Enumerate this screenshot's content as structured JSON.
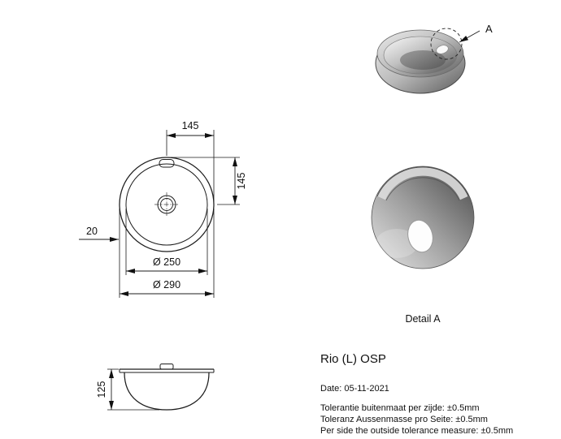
{
  "drawing": {
    "product_name": "Rio (L) OSP",
    "date_line": "Date: 05-11-2021",
    "tolerance_lines": {
      "nl": "Tolerantie buitenmaat per zijde: ±0.5mm",
      "de": "Toleranz Aussenmasse pro Seite: ±0.5mm",
      "en": "Per side the outside tolerance measure: ±0.5mm"
    },
    "dimensions": {
      "half_width": "145",
      "half_height": "145",
      "rim_width": "20",
      "inner_diameter": "Ø 250",
      "outer_diameter": "Ø 290",
      "depth": "125"
    },
    "labels": {
      "detail_callout": "A",
      "detail_caption": "Detail A"
    }
  }
}
